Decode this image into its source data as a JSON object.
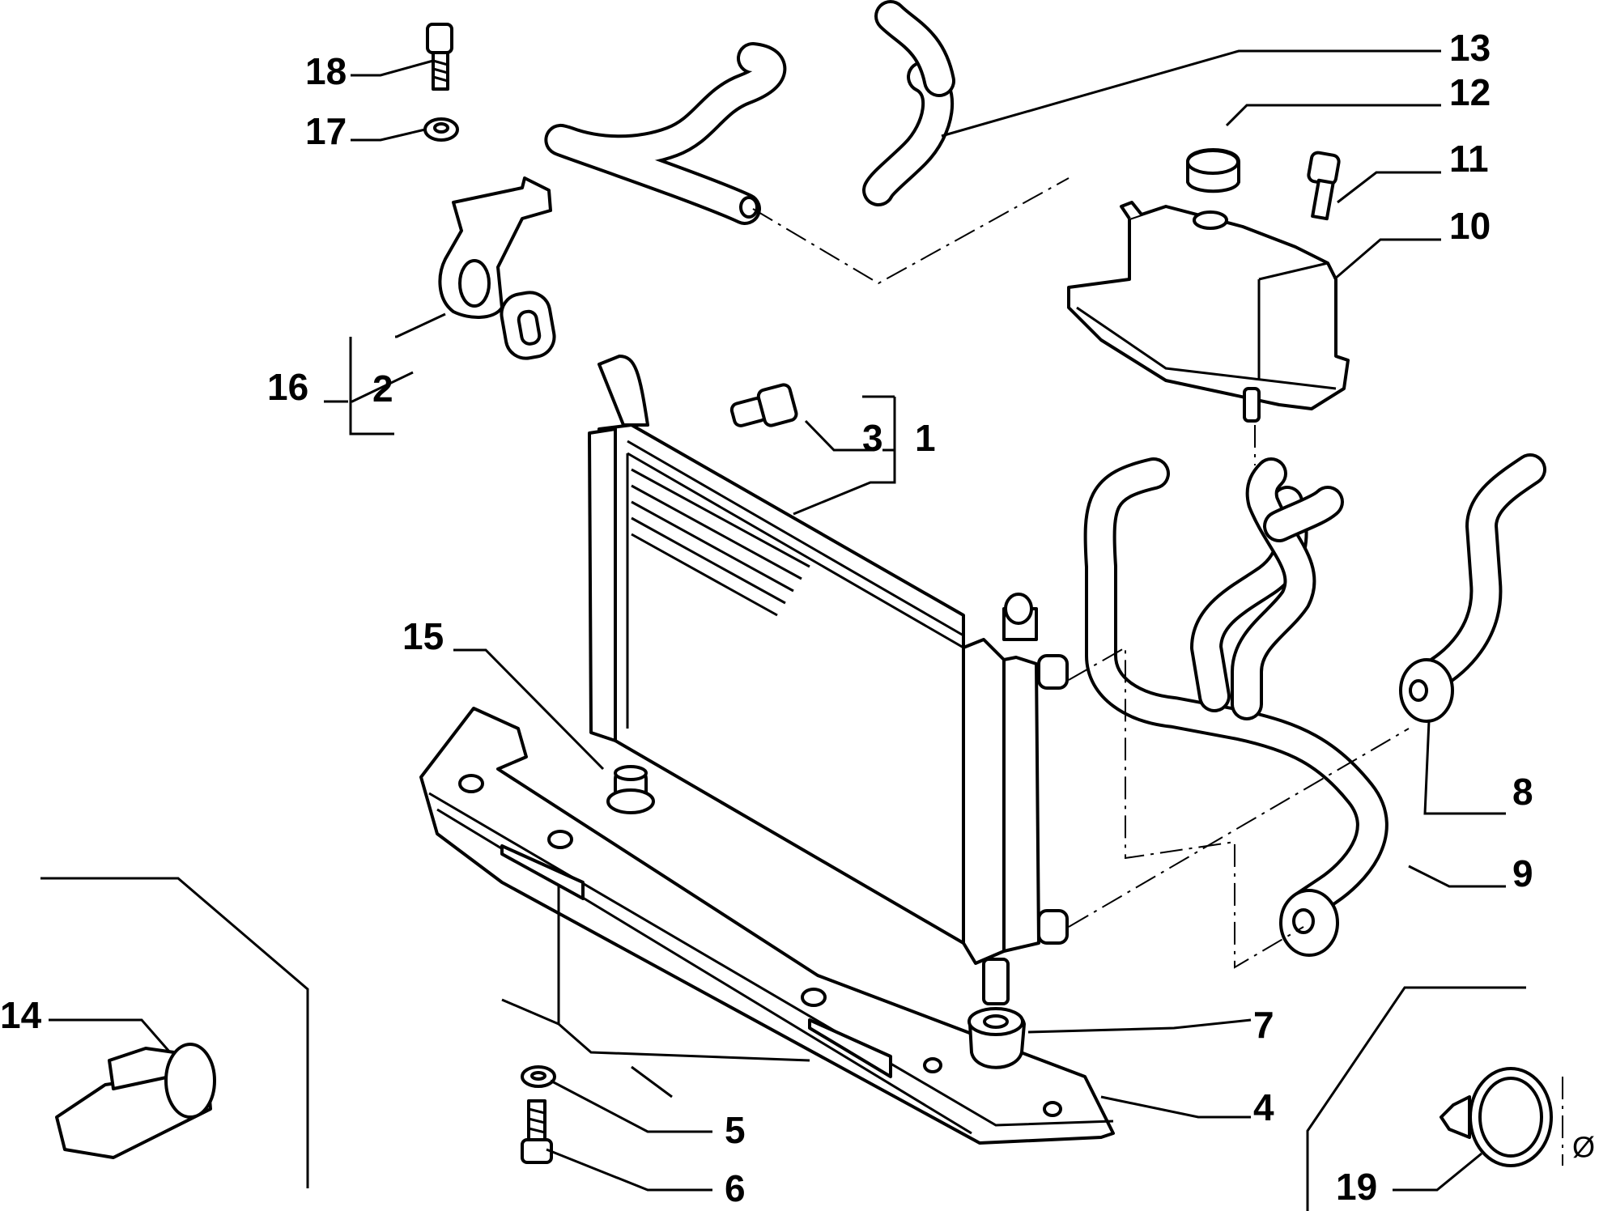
{
  "labels": {
    "l1": "1",
    "l2": "2",
    "l3": "3",
    "l4": "4",
    "l5": "5",
    "l6": "6",
    "l7": "7",
    "l8": "8",
    "l9": "9",
    "l10": "10",
    "l11": "11",
    "l12": "12",
    "l13": "13",
    "l14": "14",
    "l15": "15",
    "l16": "16",
    "l17": "17",
    "l18": "18",
    "l19": "19",
    "diameter": "Ø"
  }
}
